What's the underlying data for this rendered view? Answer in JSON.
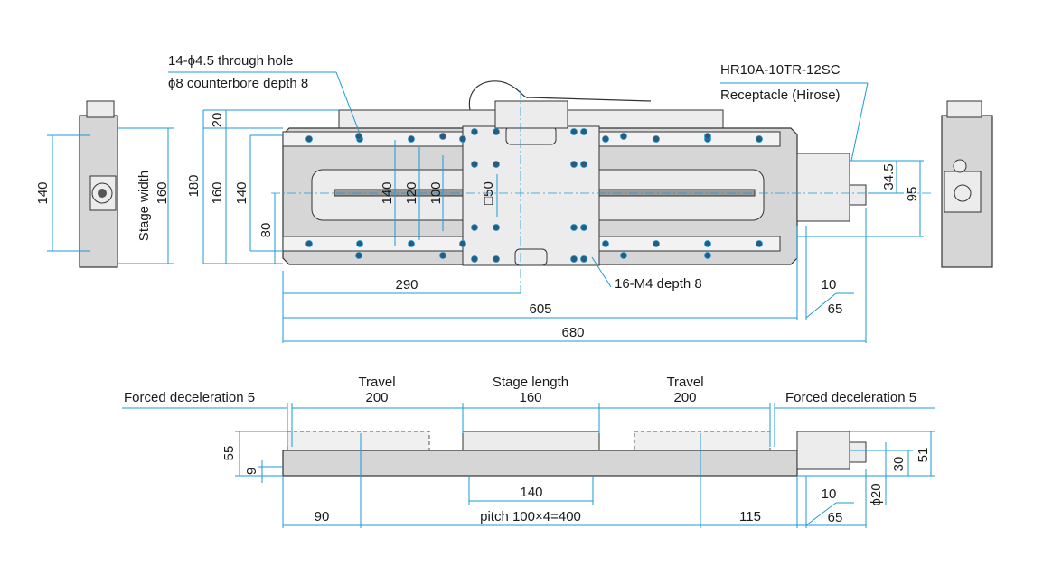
{
  "colors": {
    "dimension_line": "#1b9ad7",
    "body": "#d6d6d6",
    "outline": "#333333"
  },
  "top_view": {
    "callout_hole_1": "14-ϕ4.5 through hole",
    "callout_hole_2": "ϕ8 counterbore depth 8",
    "connector_1": "HR10A-10TR-12SC",
    "connector_2": "Receptacle (Hirose)",
    "tapped_holes": "16-M4 depth 8",
    "dims": {
      "d20": "20",
      "d180": "180",
      "d160": "160",
      "d140": "140",
      "d80": "80",
      "d140_inner": "140",
      "d120_inner": "120",
      "d100_inner": "100",
      "d50": "□50",
      "d34_5": "34.5",
      "d95": "95",
      "d290": "290",
      "d10": "10",
      "d605": "605",
      "d65": "65",
      "d680": "680"
    }
  },
  "left_side_view": {
    "d140": "140",
    "stage_width": "Stage width",
    "d160": "160"
  },
  "front_view": {
    "travel_left": "Travel",
    "travel_left_value": "200",
    "stage_length": "Stage length",
    "stage_length_value": "160",
    "travel_right": "Travel",
    "travel_right_value": "200",
    "forced_decel_left": "Forced deceleration 5",
    "forced_decel_right": "Forced deceleration 5",
    "dims": {
      "d55": "55",
      "d9": "9",
      "d30": "30",
      "d51": "51",
      "d20": "ϕ20",
      "d140": "140",
      "d90": "90",
      "pitch": "pitch 100×4=400",
      "d115": "115",
      "d10": "10",
      "d65": "65"
    }
  }
}
